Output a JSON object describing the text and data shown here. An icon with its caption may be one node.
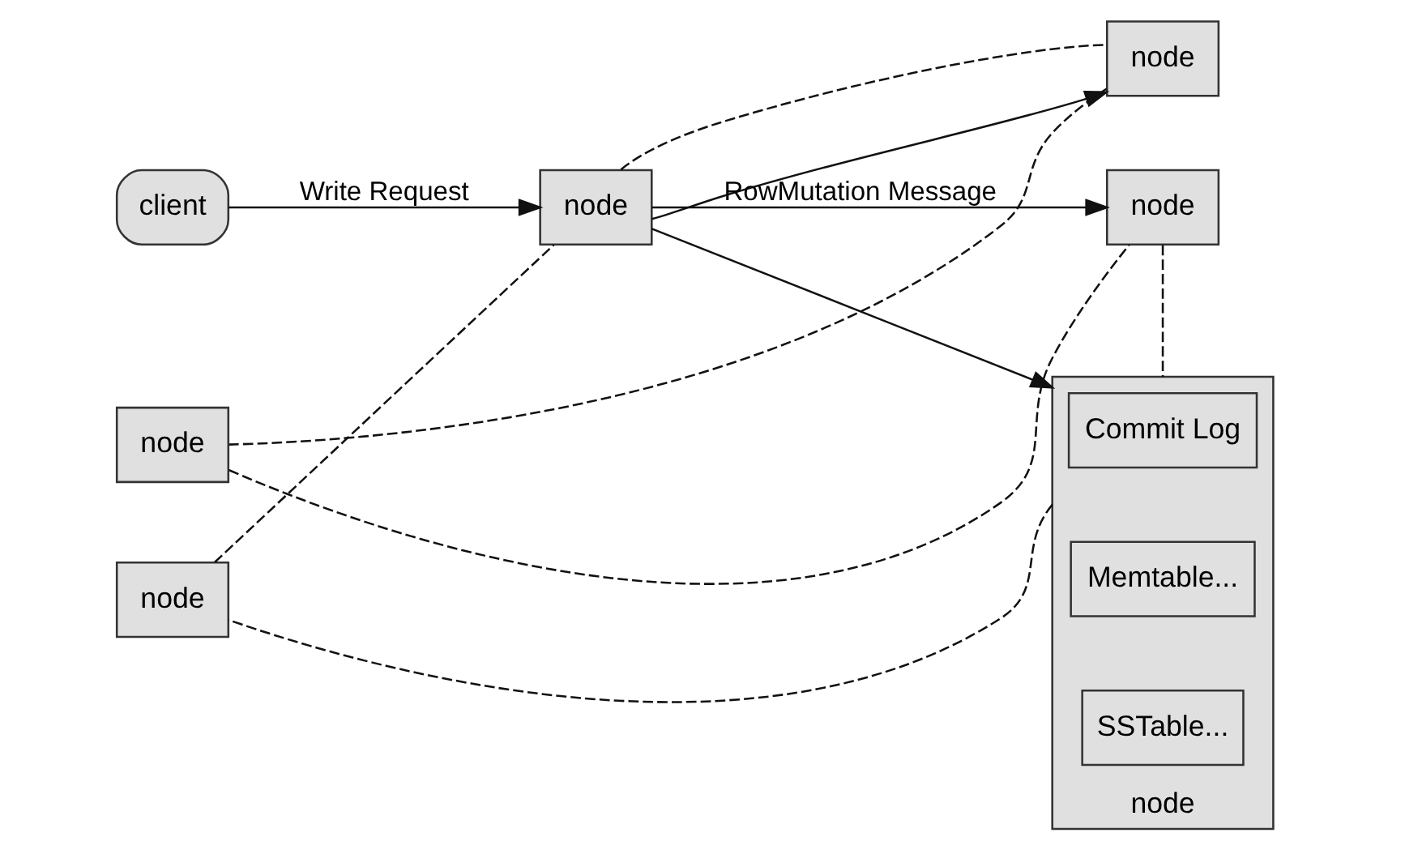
{
  "diagram": {
    "nodes": [
      {
        "text": [
          "client"
        ]
      },
      {
        "text": [
          "node"
        ]
      },
      {
        "text": [
          "node"
        ]
      },
      {
        "text": [
          "node"
        ]
      },
      {
        "text": [
          "node"
        ]
      },
      {
        "text": [
          "node"
        ]
      },
      {
        "text": [
          "node"
        ]
      },
      {
        "text": [
          "Commit Log"
        ],
        "in": 6
      },
      {
        "text": [
          "Memtable..."
        ],
        "in": 6
      },
      {
        "text": [
          "SSTable..."
        ],
        "in": 6
      }
    ],
    "edges": [
      {
        "from": 0,
        "to": 1,
        "arrow": "to",
        "label": "Write Request"
      },
      {
        "from": 1,
        "to": 2,
        "arrow": "to"
      },
      {
        "from": 1,
        "to": 4,
        "arrow": "to",
        "label": "RowMutation Message"
      },
      {
        "from": 1,
        "to": 6,
        "arrow": "to"
      },
      {
        "from": 1,
        "to": 2,
        "arrow": "none",
        "style": "dashed"
      },
      {
        "from": 2,
        "to": 3,
        "arrow": "none",
        "style": "dashed"
      },
      {
        "from": 3,
        "to": 4,
        "arrow": "none",
        "style": "dashed"
      },
      {
        "from": 4,
        "to": 6,
        "arrow": "none",
        "style": "dashed"
      },
      {
        "from": 6,
        "to": 5,
        "arrow": "none",
        "style": "dashed"
      },
      {
        "from": 5,
        "to": 1,
        "arrow": "none",
        "style": "dashed"
      }
    ]
  }
}
